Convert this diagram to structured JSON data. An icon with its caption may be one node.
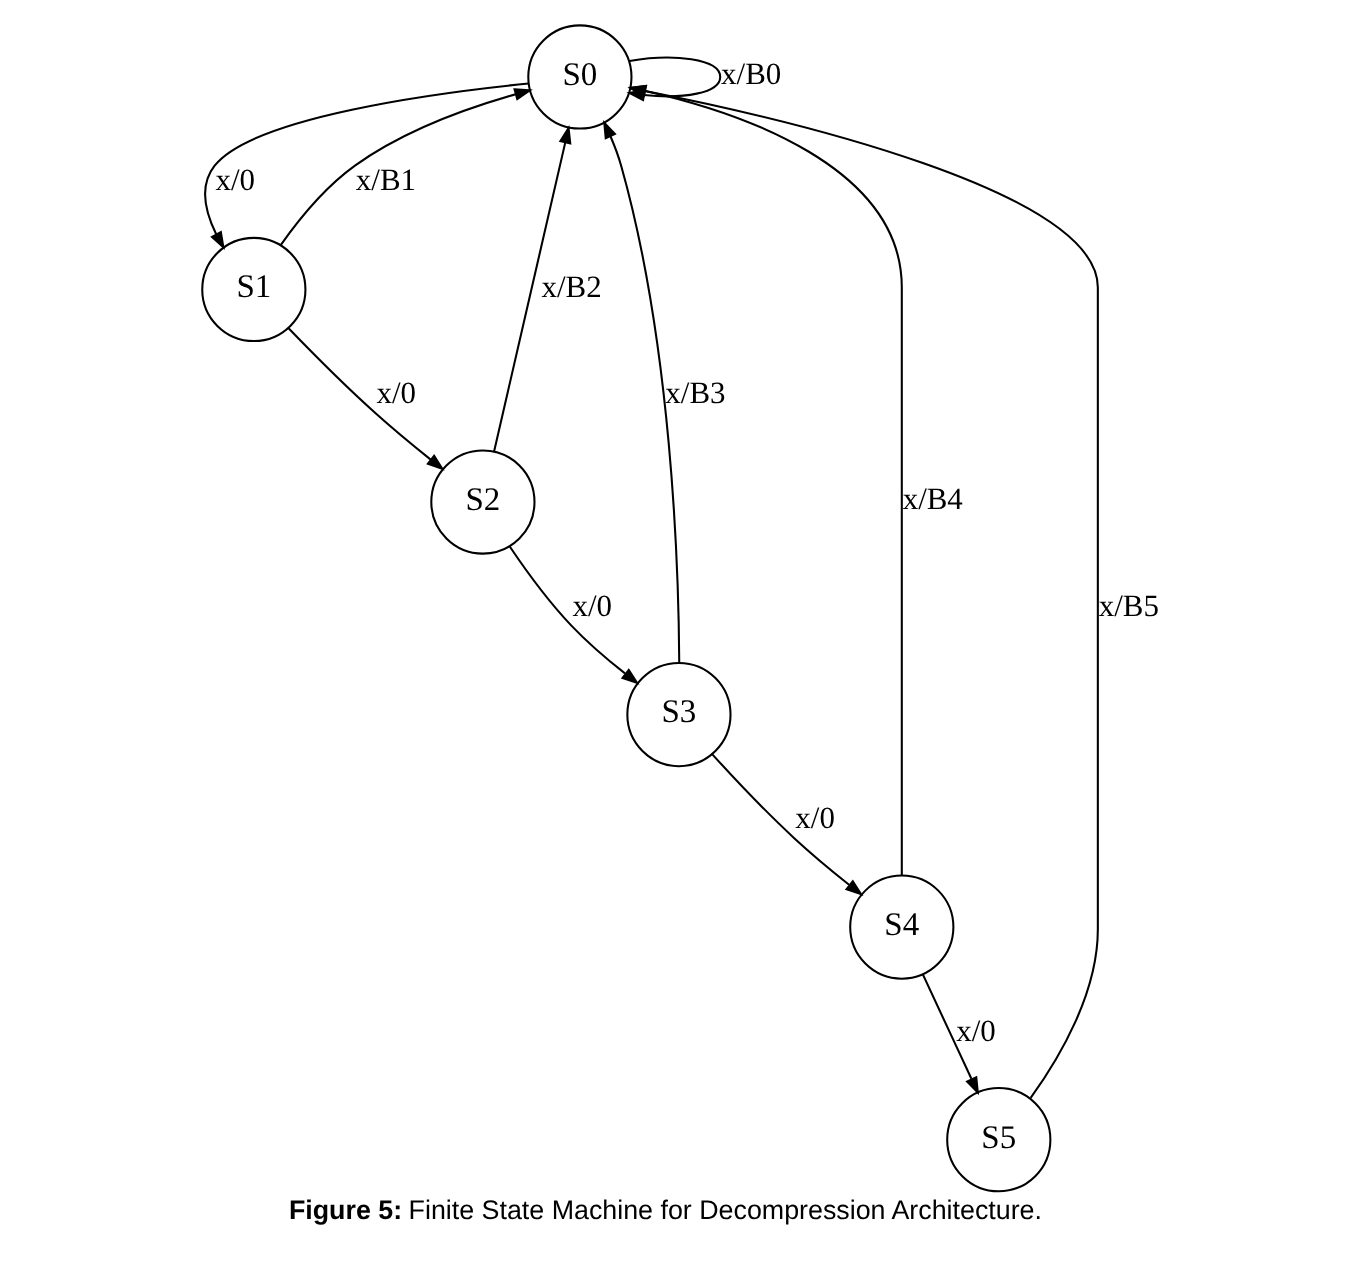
{
  "diagram": {
    "caption": "**Figure 5:** Finite State Machine for Decompression Architecture.",
    "nodes": [
      {
        "text": [
          "S0"
        ]
      },
      {
        "text": [
          "S1"
        ]
      },
      {
        "text": [
          "S2"
        ]
      },
      {
        "text": [
          "S3"
        ]
      },
      {
        "text": [
          "S4"
        ]
      },
      {
        "text": [
          "S5"
        ]
      }
    ],
    "edges": [
      {
        "from": 0,
        "to": 0,
        "arrow": "to",
        "label": "x/B0"
      },
      {
        "from": 0,
        "to": 1,
        "arrow": "to",
        "label": "x/0"
      },
      {
        "from": 1,
        "to": 0,
        "arrow": "to",
        "label": "x/B1"
      },
      {
        "from": 1,
        "to": 2,
        "arrow": "to",
        "label": "x/0"
      },
      {
        "from": 2,
        "to": 0,
        "arrow": "to",
        "label": "x/B2"
      },
      {
        "from": 2,
        "to": 3,
        "arrow": "to",
        "label": "x/0"
      },
      {
        "from": 3,
        "to": 0,
        "arrow": "to",
        "label": "x/B3"
      },
      {
        "from": 3,
        "to": 4,
        "arrow": "to",
        "label": "x/0"
      },
      {
        "from": 4,
        "to": 5,
        "arrow": "to",
        "label": "x/0"
      },
      {
        "from": 4,
        "to": 0,
        "arrow": "to",
        "label": "x/B4"
      },
      {
        "from": 5,
        "to": 0,
        "arrow": "to",
        "label": "x/B5"
      }
    ]
  }
}
